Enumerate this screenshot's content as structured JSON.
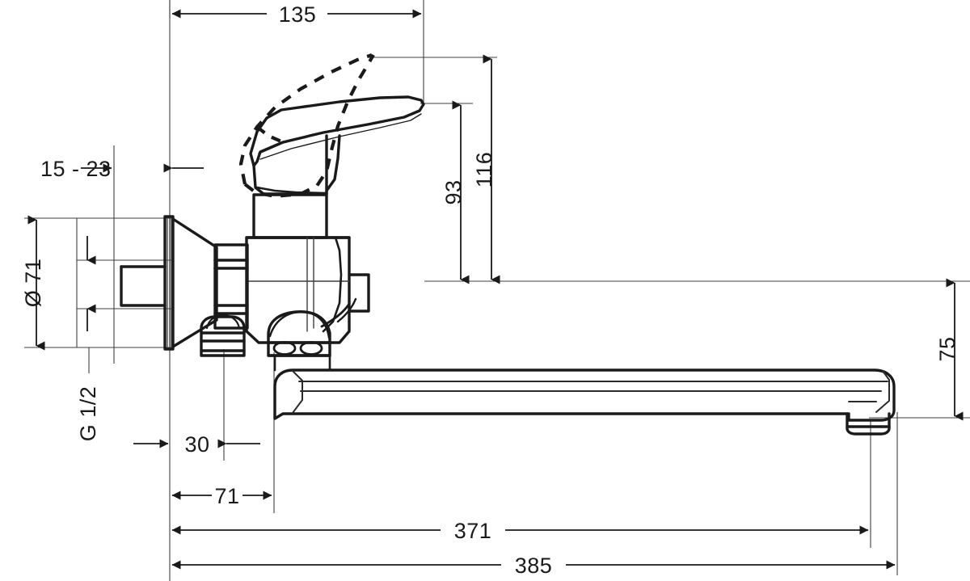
{
  "drawing": {
    "title": "Wall-mounted single-lever bath/kitchen mixer dimensional drawing",
    "units": "mm",
    "line_color": "#1a1a1a",
    "thin_line_color": "#5a5a5a",
    "background": "#ffffff"
  },
  "dimensions": {
    "top_width": "135",
    "projection_wall_offset": "15 - 23",
    "escutcheon_diameter": "Ø 71",
    "thread_size": "G 1/2",
    "inlet_spacing": "30",
    "body_depth": "71",
    "spout_height_lower": "93",
    "spout_height_upper": "116",
    "outlet_height": "75",
    "spout_reach": "371",
    "total_length": "385"
  },
  "labels": [
    {
      "id": "dim-135",
      "text": "135",
      "kind": "horizontal",
      "orientation": "horizontal"
    },
    {
      "id": "dim-15-23",
      "text": "15 - 23",
      "kind": "horizontal",
      "orientation": "horizontal"
    },
    {
      "id": "dim-d71",
      "text": "Ø 71",
      "kind": "vertical",
      "orientation": "rotated-90"
    },
    {
      "id": "dim-g12",
      "text": "G 1/2",
      "kind": "callout",
      "orientation": "rotated-90"
    },
    {
      "id": "dim-30",
      "text": "30",
      "kind": "horizontal",
      "orientation": "horizontal"
    },
    {
      "id": "dim-71",
      "text": "71",
      "kind": "horizontal",
      "orientation": "horizontal"
    },
    {
      "id": "dim-93",
      "text": "93",
      "kind": "vertical",
      "orientation": "rotated-90"
    },
    {
      "id": "dim-116",
      "text": "116",
      "kind": "vertical",
      "orientation": "rotated-90"
    },
    {
      "id": "dim-75",
      "text": "75",
      "kind": "vertical",
      "orientation": "rotated-90"
    },
    {
      "id": "dim-371",
      "text": "371",
      "kind": "horizontal",
      "orientation": "horizontal"
    },
    {
      "id": "dim-385",
      "text": "385",
      "kind": "horizontal",
      "orientation": "horizontal"
    }
  ]
}
